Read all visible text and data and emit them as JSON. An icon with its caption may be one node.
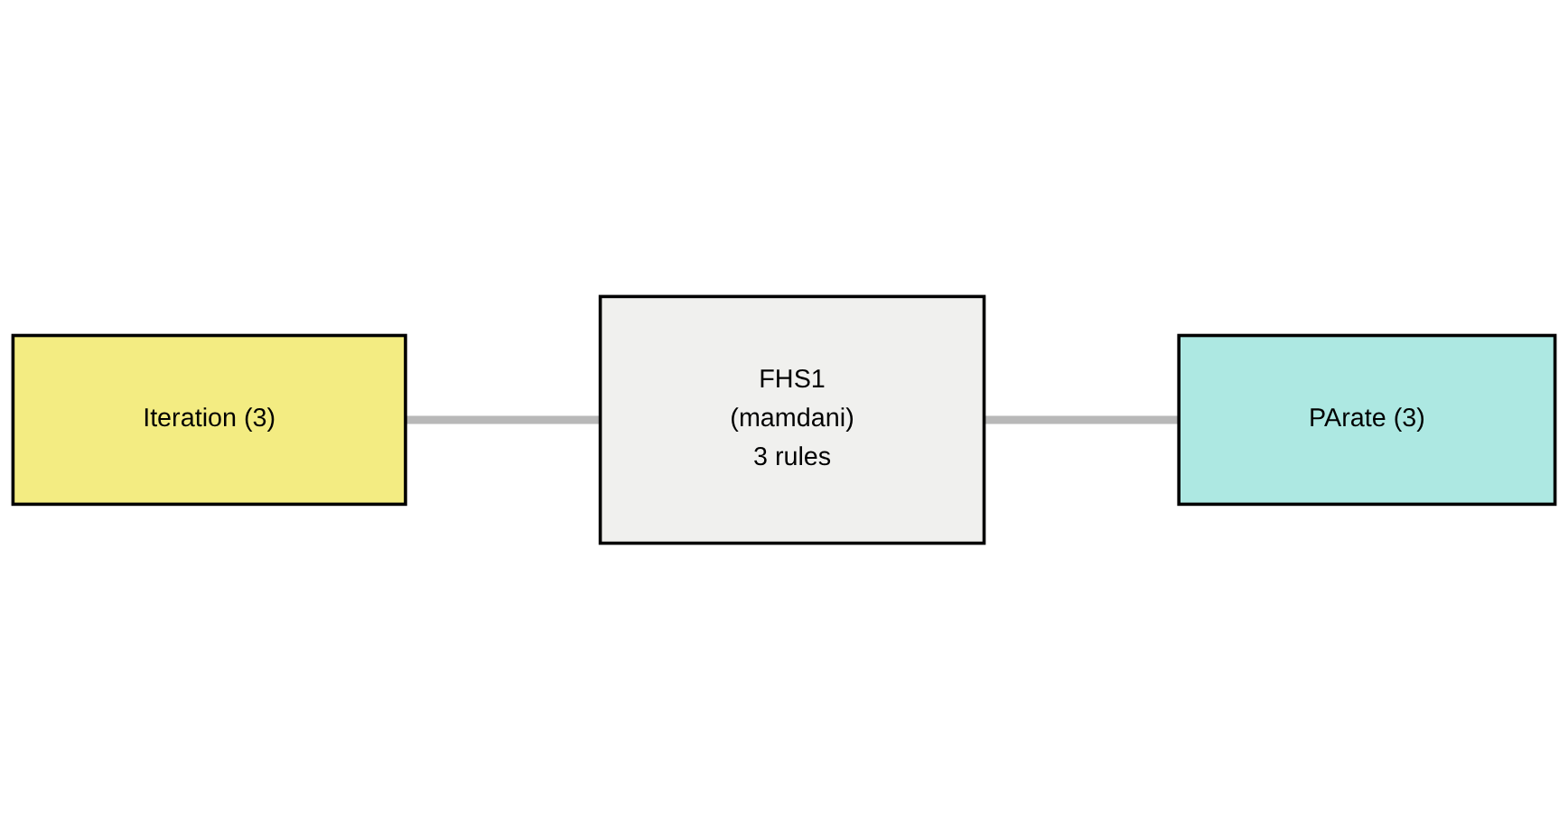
{
  "diagram": {
    "nodes": [
      {
        "text": [
          "Iteration (3)"
        ]
      },
      {
        "text": [
          "FHS1",
          "(mamdani)",
          "3 rules"
        ]
      },
      {
        "text": [
          "PArate (3)"
        ]
      }
    ],
    "edges": [
      {
        "from": 0,
        "to": 1,
        "arrow": "none"
      },
      {
        "from": 1,
        "to": 2,
        "arrow": "none"
      }
    ]
  }
}
